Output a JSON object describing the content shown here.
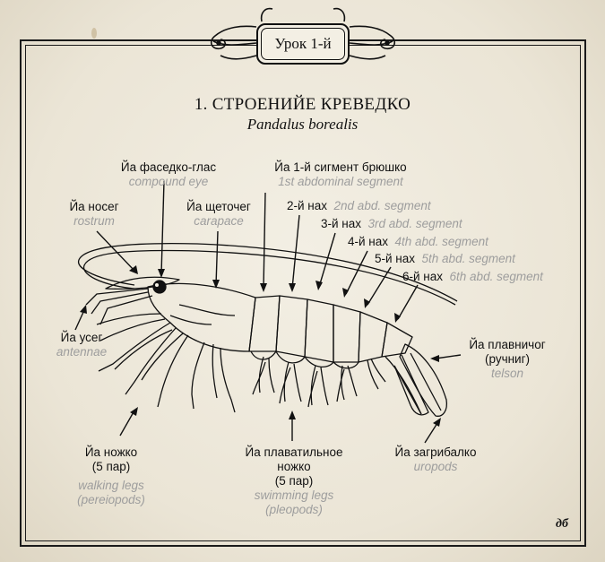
{
  "badge": "Урок 1-й",
  "title": "1. СТРОЕНИЙЕ КРЕВЕДКО",
  "subtitle": "Pandalus borealis",
  "labels": {
    "compound_eye": {
      "ru": "Йа фаседко-глас",
      "en": "compound eye"
    },
    "abdominal_1": {
      "ru": "Йа 1-й сигмент брюшко",
      "en": "1st abdominal segment"
    },
    "rostrum": {
      "ru": "Йа носег",
      "en": "rostrum"
    },
    "carapace": {
      "ru": "Йа щеточег",
      "en": "carapace"
    },
    "seg2": {
      "ru": "2-й нах",
      "en": "2nd abd. segment"
    },
    "seg3": {
      "ru": "3-й нах",
      "en": "3rd abd. segment"
    },
    "seg4": {
      "ru": "4-й нах",
      "en": "4th abd. segment"
    },
    "seg5": {
      "ru": "5-й нах",
      "en": "5th abd. segment"
    },
    "seg6": {
      "ru": "6-й нах",
      "en": "6th abd. segment"
    },
    "antennae": {
      "ru": "Йа усег",
      "en": "antennae"
    },
    "telson": {
      "ru1": "Йа плавничог",
      "ru2": "(ручниг)",
      "en": "telson"
    },
    "walking_legs": {
      "ru1": "Йа ножко",
      "ru2": "(5 пар)",
      "en1": "walking legs",
      "en2": "(pereiopods)"
    },
    "swimming_legs": {
      "ru1": "Йа плаватильное",
      "ru2": "ножко",
      "ru3": "(5 пар)",
      "en1": "swimming legs",
      "en2": "(pleopods)"
    },
    "uropods": {
      "ru": "Йа загрибалко",
      "en": "uropods"
    }
  },
  "page_number": "дб"
}
